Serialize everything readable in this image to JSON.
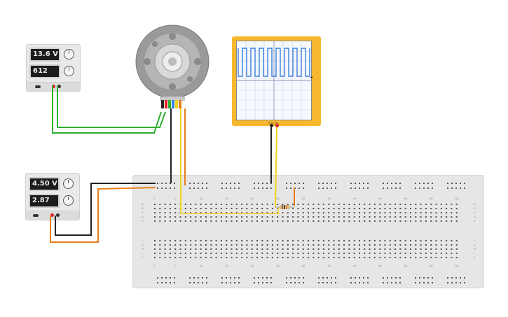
{
  "supply_motor": {
    "voltage": "13.6 V",
    "current": "612 mA"
  },
  "supply_bb": {
    "voltage": "4.50 V",
    "current": "2.87 mA"
  },
  "scope": {
    "time_label": "0.71 ms"
  },
  "breadboard": {
    "column_numbers": [
      "1",
      "5",
      "10",
      "15",
      "20",
      "25",
      "30",
      "35",
      "40",
      "45",
      "50",
      "55",
      "60"
    ],
    "rows_top": [
      "A",
      "B",
      "C",
      "D",
      "E"
    ],
    "rows_bottom": [
      "F",
      "G",
      "H",
      "I",
      "J"
    ]
  },
  "colors": {
    "wire_green": "#2faf2f",
    "wire_orange": "#e8801a",
    "wire_black": "#222222",
    "wire_yellow": "#f2d21a",
    "scope_body": "#f5b82e",
    "trace": "#3a7fd8"
  }
}
